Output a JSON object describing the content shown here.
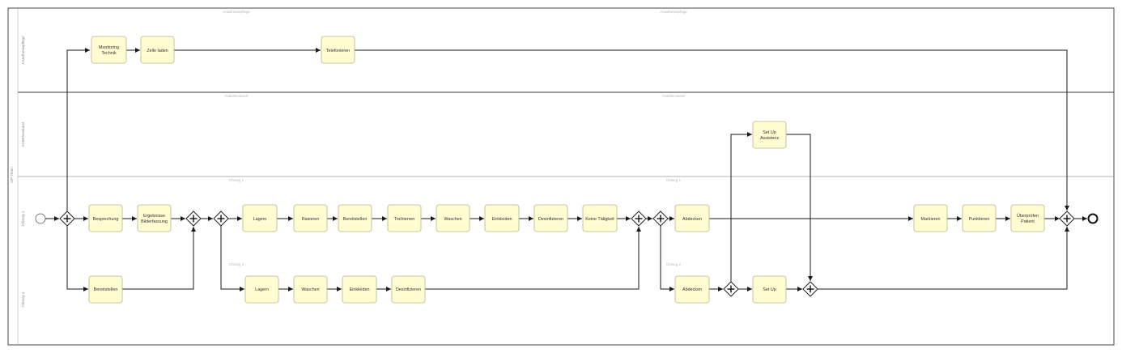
{
  "lanes": {
    "top": "Anasthesiepflege",
    "middle": "Anästhesiearzt",
    "lower_title": "OP-Team",
    "row1": "Chirurg 1",
    "row2": "Chirurg 2"
  },
  "sublabels": {
    "a1": "Anasthesiepflege",
    "a2": "Anasthesiepflege",
    "b1": "Anasthesiearzt",
    "b2": "Anasthesiearzt",
    "c1": "Chirurg 1",
    "c2": "Chirurg 1",
    "c3": "Chirurg 2",
    "c4": "Chirurg 2"
  },
  "tasks": {
    "monitor": [
      "Monitoring",
      "Technik"
    ],
    "zelle": [
      "Zelle laden"
    ],
    "telefon": [
      "Telefonieren"
    ],
    "bespr": [
      "Besprechung"
    ],
    "ergebnisse": [
      "Ergebnisse",
      "Bilderfassung"
    ],
    "bereitstellen": [
      "Bereitstellen"
    ],
    "lagern1": [
      "Lagern"
    ],
    "rasieren": [
      "Rasieren"
    ],
    "bereitlegen": [
      "Bereitstellen"
    ],
    "trichter": [
      "Trichterren"
    ],
    "waschen1": [
      "Waschen"
    ],
    "einkleiden1": [
      "Einkleiden"
    ],
    "desinf1": [
      "Desinfizieren"
    ],
    "keine": [
      "Keine Tätigkeit"
    ],
    "lagern2": [
      "Lagern"
    ],
    "waschen2": [
      "Waschen"
    ],
    "einkleiden2": [
      "Einkleiden"
    ],
    "desinf2": [
      "Desinfizieren"
    ],
    "abdecken1": [
      "Abdecken"
    ],
    "abdecken2": [
      "Abdecken"
    ],
    "setup": [
      "Set Up"
    ],
    "setup_ass": [
      "Set Up",
      "Assistenz"
    ],
    "markieren": [
      "Markieren"
    ],
    "punktieren": [
      "Punktieren"
    ],
    "ueberpruefen": [
      "Überprüfen",
      "Patient"
    ]
  }
}
